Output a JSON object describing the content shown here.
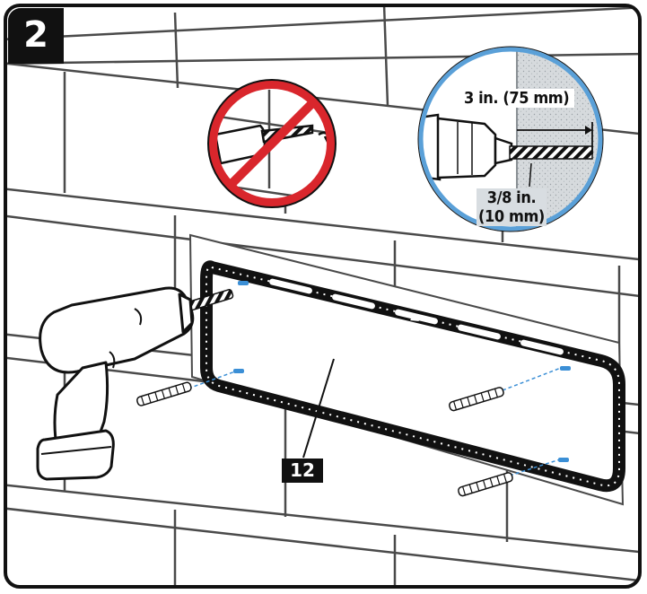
{
  "step": {
    "number": "2"
  },
  "callout": {
    "depth": "3 in. (75 mm)",
    "diameter_line1": "3/8 in.",
    "diameter_line2": "(10 mm)"
  },
  "part": {
    "label": "12"
  },
  "colors": {
    "outline": "#111111",
    "prohibited": "#d9262c",
    "detail_ring": "#5aa0d8",
    "wall_concrete": "#d6dadd",
    "guide_line": "#3b8fd6"
  },
  "icons": {
    "prohibited": "no-drill-into-grout-icon",
    "detail": "drill-depth-detail-icon"
  }
}
